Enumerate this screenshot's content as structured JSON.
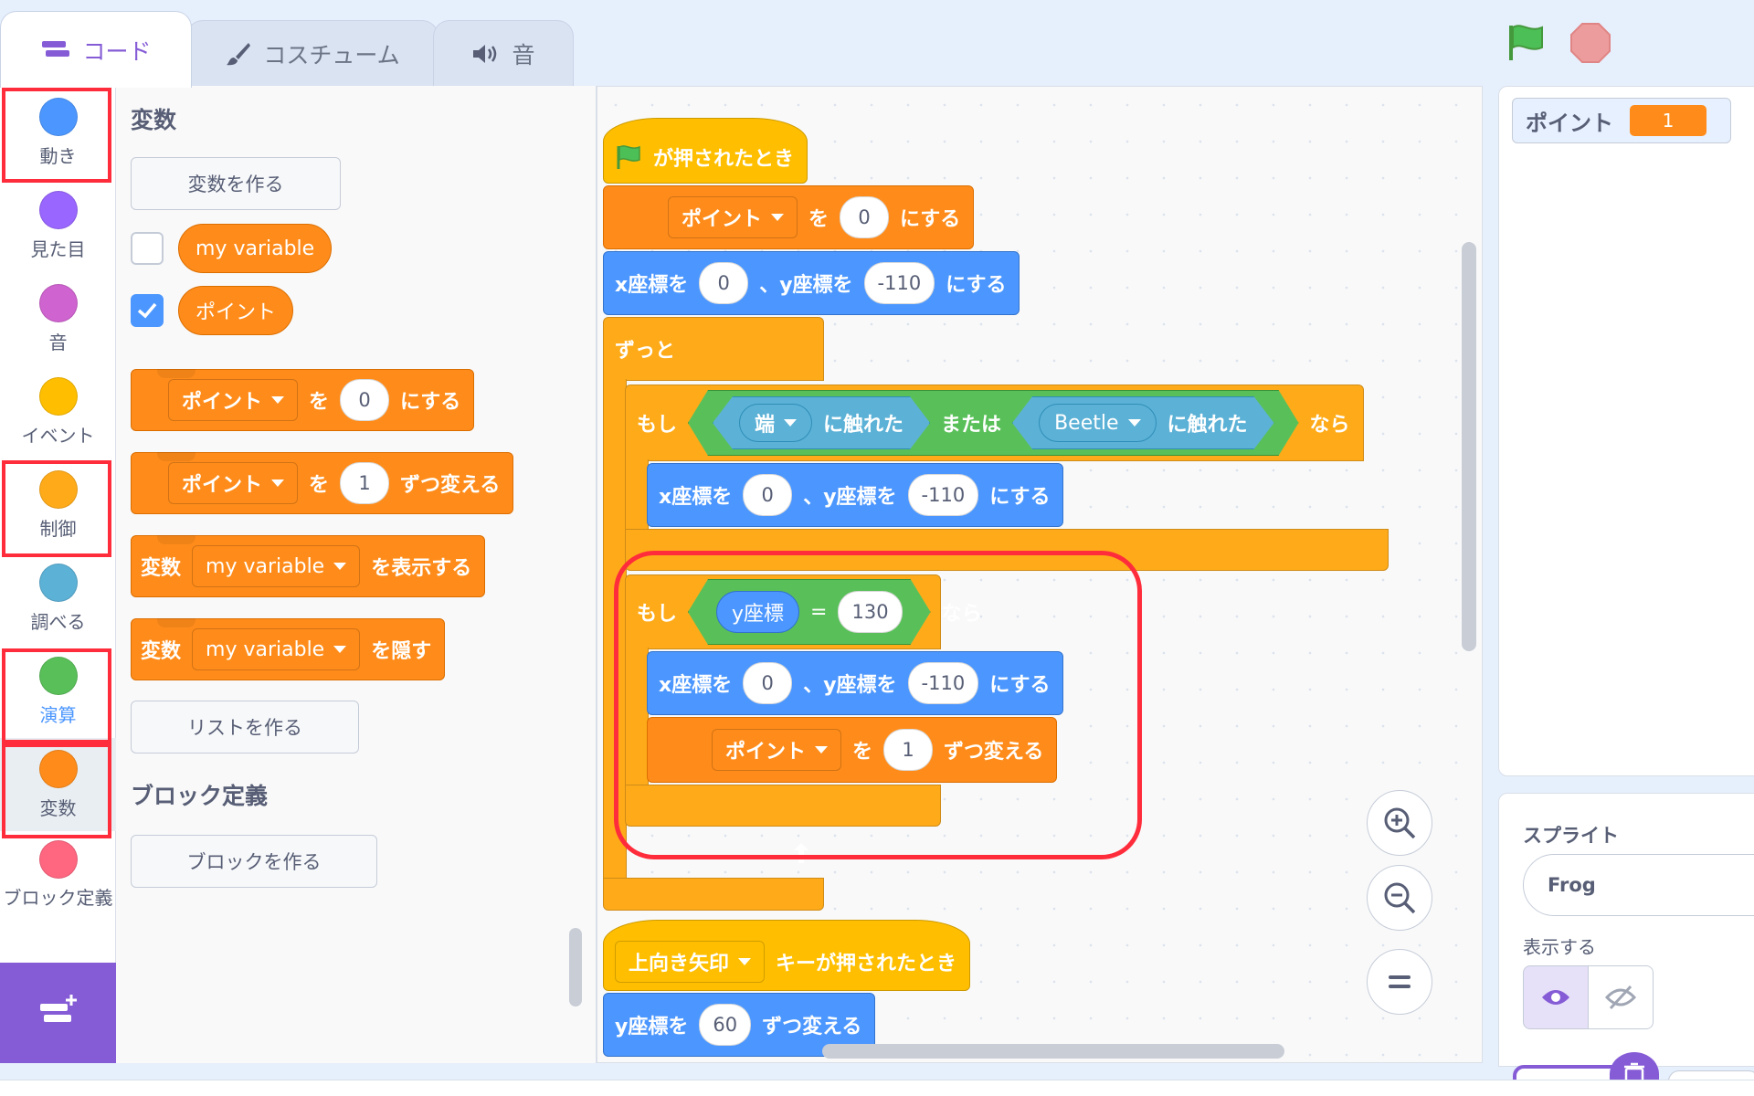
{
  "tabs": {
    "code": "コード",
    "costume": "コスチューム",
    "sound": "音"
  },
  "categories": [
    {
      "label": "動き",
      "color": "#4c97ff"
    },
    {
      "label": "見た目",
      "color": "#9966ff"
    },
    {
      "label": "音",
      "color": "#cf63cf"
    },
    {
      "label": "イベント",
      "color": "#ffbf00"
    },
    {
      "label": "制御",
      "color": "#ffab19"
    },
    {
      "label": "調べる",
      "color": "#5cb1d6"
    },
    {
      "label": "演算",
      "color": "#59c059"
    },
    {
      "label": "変数",
      "color": "#ff8c1a"
    },
    {
      "label": "ブロック定義",
      "color": "#ff6680"
    }
  ],
  "palette": {
    "section_variables": "変数",
    "make_variable": "変数を作る",
    "var1": "my variable",
    "var2": "ポイント",
    "set_var": "ポイント",
    "set_to_label": "を",
    "set_value": "0",
    "set_suffix": "にする",
    "change_var": "ポイント",
    "change_label": "を",
    "change_value": "1",
    "change_suffix": "ずつ変える",
    "show_prefix": "変数",
    "show_var": "my variable",
    "show_suffix": "を表示する",
    "hide_prefix": "変数",
    "hide_var": "my variable",
    "hide_suffix": "を隠す",
    "make_list": "リストを作る",
    "section_blocks": "ブロック定義",
    "make_block": "ブロックを作る"
  },
  "script": {
    "hat": "が押されたとき",
    "set_var": "ポイント",
    "set_to": "を",
    "set_value": "0",
    "set_suffix": "にする",
    "goto_x_label": "x座標を",
    "goto_x": "0",
    "goto_y_label": "、y座標を",
    "goto_y": "-110",
    "goto_suffix": "にする",
    "forever": "ずっと",
    "if1_label": "もし",
    "touch1_option": "端",
    "touch1_suffix": "に触れた",
    "or_label": "または",
    "touch2_option": "Beetle",
    "touch2_suffix": "に触れた",
    "if1_then": "なら",
    "goto2_x_label": "x座標を",
    "goto2_x": "0",
    "goto2_y_label": "、y座標を",
    "goto2_y": "-110",
    "goto2_suffix": "にする",
    "if2_label": "もし",
    "ypos_reporter": "y座標",
    "eq_sign": "=",
    "eq_value": "130",
    "if2_then": "なら",
    "goto3_x_label": "x座標を",
    "goto3_x": "0",
    "goto3_y_label": "、y座標を",
    "goto3_y": "-110",
    "goto3_suffix": "にする",
    "change_var": "ポイント",
    "change_to": "を",
    "change_value": "1",
    "change_suffix": "ずつ変える",
    "key_option": "上向き矢印",
    "key_suffix": "キーが押されたとき",
    "changey_label": "y座標を",
    "changey_value": "60",
    "changey_suffix": "ずつ変える"
  },
  "stage": {
    "monitor_label": "ポイント",
    "monitor_value": "1"
  },
  "sprite_panel": {
    "title": "スプライト",
    "sprite_name": "Frog",
    "show_label": "表示する"
  },
  "colors": {
    "accent": "#855cd6",
    "highlight": "#ff2c3b"
  }
}
